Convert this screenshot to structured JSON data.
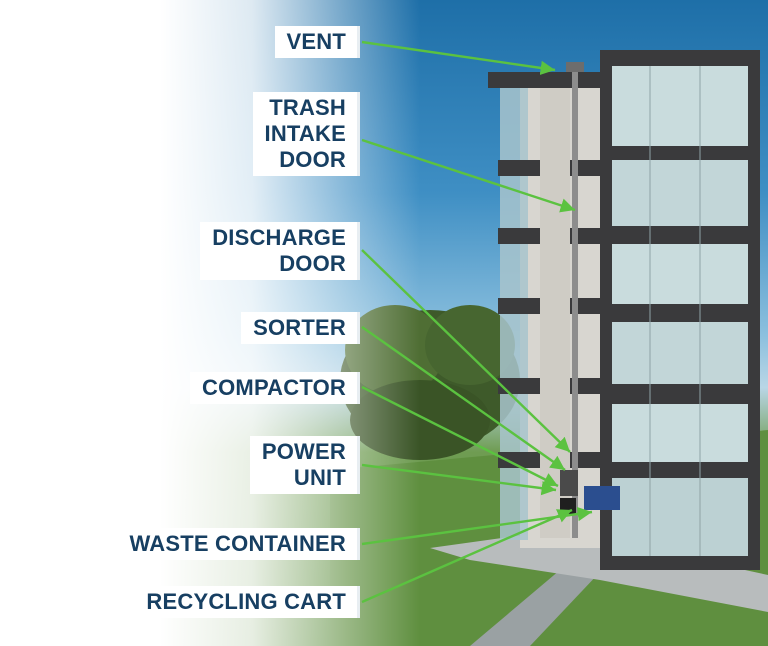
{
  "components": [
    {
      "id": "vent",
      "label": "VENT"
    },
    {
      "id": "trash-intake-door",
      "label": "TRASH\nINTAKE\nDOOR"
    },
    {
      "id": "discharge-door",
      "label": "DISCHARGE\nDOOR"
    },
    {
      "id": "sorter",
      "label": "SORTER"
    },
    {
      "id": "compactor",
      "label": "COMPACTOR"
    },
    {
      "id": "power-unit",
      "label": "POWER\nUNIT"
    },
    {
      "id": "waste-container",
      "label": "WASTE CONTAINER"
    },
    {
      "id": "recycling-cart",
      "label": "RECYCLING CART"
    }
  ],
  "colors": {
    "label_text": "#173f62",
    "leader_line": "#5bc240",
    "building_frame": "#3a3a3c",
    "glass": "#b9d4d8",
    "sky": "#2f80b9",
    "lawn": "#5f8f3f",
    "cart_green": "#1e6b3a"
  }
}
